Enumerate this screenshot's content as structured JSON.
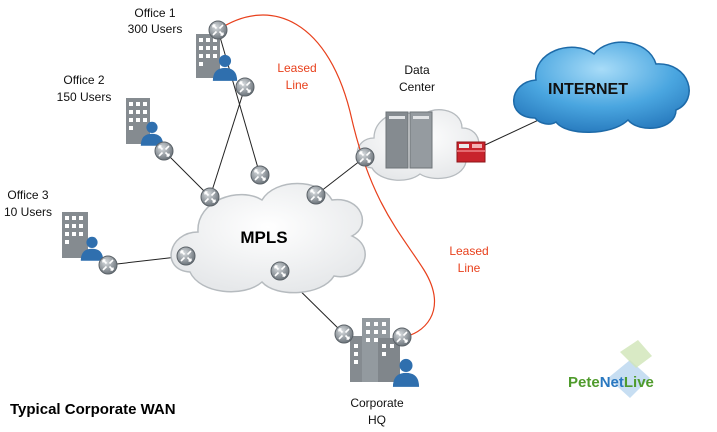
{
  "sites": {
    "office1": {
      "name": "Office 1",
      "users": "300 Users"
    },
    "office2": {
      "name": "Office 2",
      "users": "150 Users"
    },
    "office3": {
      "name": "Office 3",
      "users": "10 Users"
    },
    "datacenter": {
      "line1": "Data",
      "line2": "Center"
    },
    "hq": {
      "line1": "Corporate",
      "line2": "HQ"
    }
  },
  "clouds": {
    "mpls": "MPLS",
    "internet": "INTERNET"
  },
  "links": {
    "leased_top": {
      "line1": "Leased",
      "line2": "Line"
    },
    "leased_bottom": {
      "line1": "Leased",
      "line2": "Line"
    }
  },
  "title": "Typical Corporate WAN",
  "brand": {
    "part1": "Pete",
    "part2": "Net",
    "part3": "Live"
  },
  "colors": {
    "leased_line": "#e8401c",
    "internet_cloud": "#3a9ad6",
    "router": "#8a9299",
    "user": "#2f6fae",
    "building": "#858b90",
    "firewall": "#c8232c",
    "brand_green": "#4f9b2c",
    "brand_blue": "#2a78c0"
  },
  "icons": [
    "router-icon",
    "building-icon",
    "user-icon",
    "server-rack-icon",
    "firewall-icon",
    "cloud-icon"
  ]
}
